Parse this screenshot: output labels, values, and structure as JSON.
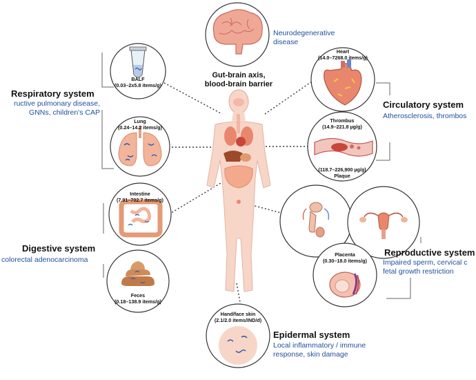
{
  "colors": {
    "accent_blue": "#1f4e9c",
    "organ": "#e8876e",
    "skin": "#f7d6c8",
    "circle_stroke": "#333333"
  },
  "center": {
    "caption_line1": "Gut-brain axis,",
    "caption_line2": "blood-brain barrier"
  },
  "brain": {
    "disease_line1": "Neurodegenerative",
    "disease_line2": "disease"
  },
  "respiratory": {
    "system": "Respiratory system",
    "disease_line1": "ructive pulmonary disease,",
    "disease_line2": "GNNs, children's  CAP",
    "balf_label": "BALF",
    "balf_value": "(0.03–2x5.8 items/g)",
    "lung_label": "Lung",
    "lung_value": "(0.24–14.2 items/g)"
  },
  "circulatory": {
    "system": "Circulatory system",
    "disease": "Atherosclerosis, thrombos",
    "heart_label": "Heart",
    "heart_value": "(14.0–7268.0 items/g)",
    "thrombus_label": "Thrombus",
    "thrombus_value": "(14.9–221.8 µg/g)",
    "plaque_value": "(118.7–226,900 µg/g)",
    "plaque_label": "Plaque"
  },
  "digestive": {
    "system": "Digestive system",
    "disease": "colorectal adenocarcinoma",
    "intestine_label": "Intestine",
    "intestine_value": "(7.91–702.7 items/g)",
    "feces_label": "Feces",
    "feces_value": "(0.18–138.9 items/g)"
  },
  "reproductive": {
    "system": "Reproductive system",
    "disease_line1": "Impaired sperm, cervical c",
    "disease_line2": "fetal growth restriction",
    "placenta_label": "Placenta",
    "placenta_value": "(0.30–18.0 items/g)"
  },
  "epidermal": {
    "system": "Epidermal system",
    "disease_line1": "Local inflammatory / immune",
    "disease_line2": "response, skin damage",
    "skin_label": "Hand/face skin",
    "skin_value": "(2.1/2.0 items/IND/d)"
  }
}
